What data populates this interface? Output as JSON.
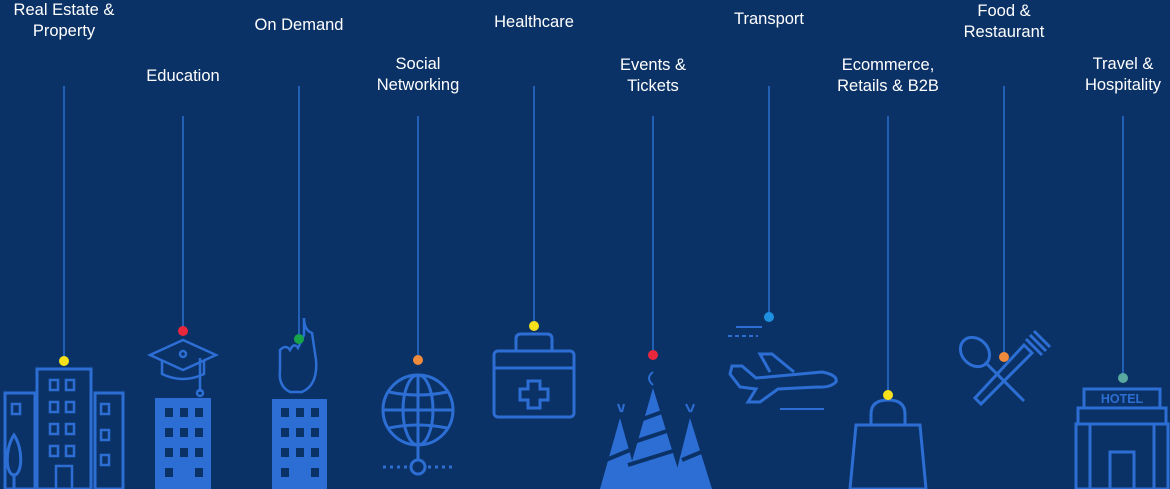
{
  "industries": [
    {
      "label": [
        "Real Estate &",
        "Property"
      ],
      "icon": "buildings-icon",
      "dot_color": "#f7e11b"
    },
    {
      "label": [
        "Education"
      ],
      "icon": "graduation-cap-icon",
      "dot_color": "#e8273d"
    },
    {
      "label": [
        "On Demand"
      ],
      "icon": "pointing-hand-icon",
      "dot_color": "#17a34a"
    },
    {
      "label": [
        "Social",
        "Networking"
      ],
      "icon": "globe-icon",
      "dot_color": "#f08a3c"
    },
    {
      "label": [
        "Healthcare"
      ],
      "icon": "medical-kit-icon",
      "dot_color": "#f7e11b"
    },
    {
      "label": [
        "Events &",
        "Tickets"
      ],
      "icon": "party-hats-icon",
      "dot_color": "#e8273d"
    },
    {
      "label": [
        "Transport"
      ],
      "icon": "airplane-icon",
      "dot_color": "#1f8fe0"
    },
    {
      "label": [
        "Ecommerce,",
        "Retails & B2B"
      ],
      "icon": "shopping-bag-icon",
      "dot_color": "#f7e11b"
    },
    {
      "label": [
        "Food &",
        "Restaurant"
      ],
      "icon": "spoon-fork-icon",
      "dot_color": "#f08a3c"
    },
    {
      "label": [
        "Travel &",
        "Hospitality"
      ],
      "icon": "hotel-icon",
      "dot_color": "#5aa9a0"
    }
  ],
  "hotel_sign": "HOTEL",
  "colors": {
    "background": "#0b3266",
    "line": "#2a6fd1",
    "icon": "#2d6ed4"
  }
}
